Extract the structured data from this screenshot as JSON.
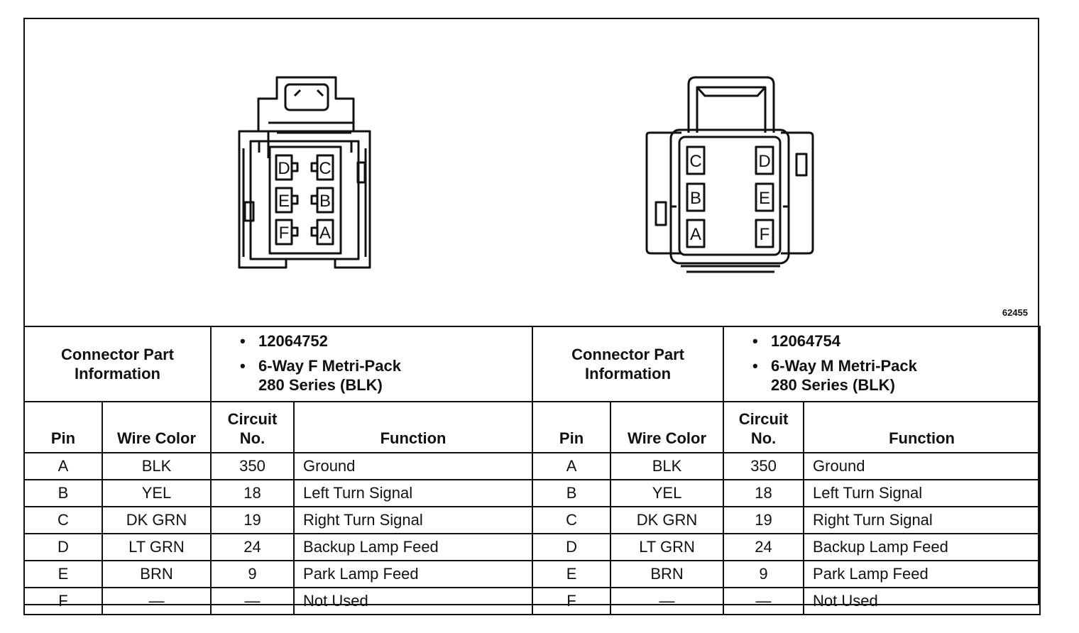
{
  "figure_number": "62455",
  "female_connector": {
    "cavity_labels": [
      "D",
      "C",
      "E",
      "B",
      "F",
      "A"
    ]
  },
  "male_connector": {
    "cavity_labels": [
      "C",
      "D",
      "B",
      "E",
      "A",
      "F"
    ]
  },
  "left_part": {
    "label_line1": "Connector Part",
    "label_line2": "Information",
    "bullet": "•",
    "part_number": "12064752",
    "description_line1": "6-Way F Metri-Pack",
    "description_line2": "280 Series (BLK)"
  },
  "right_part": {
    "label_line1": "Connector Part",
    "label_line2": "Information",
    "bullet": "•",
    "part_number": "12064754",
    "description_line1": "6-Way M Metri-Pack",
    "description_line2": "280 Series (BLK)"
  },
  "columns": {
    "pin": "Pin",
    "wire_color": "Wire Color",
    "circuit_line1": "Circuit",
    "circuit_line2": "No.",
    "function": "Function"
  },
  "rows": [
    {
      "pin": "A",
      "wire": "BLK",
      "circuit": "350",
      "function": "Ground"
    },
    {
      "pin": "B",
      "wire": "YEL",
      "circuit": "18",
      "function": "Left Turn Signal"
    },
    {
      "pin": "C",
      "wire": "DK GRN",
      "circuit": "19",
      "function": "Right Turn Signal"
    },
    {
      "pin": "D",
      "wire": "LT GRN",
      "circuit": "24",
      "function": "Backup Lamp Feed"
    },
    {
      "pin": "E",
      "wire": "BRN",
      "circuit": "9",
      "function": "Park Lamp Feed"
    },
    {
      "pin": "F",
      "wire": "—",
      "circuit": "—",
      "function": "Not Used"
    }
  ]
}
